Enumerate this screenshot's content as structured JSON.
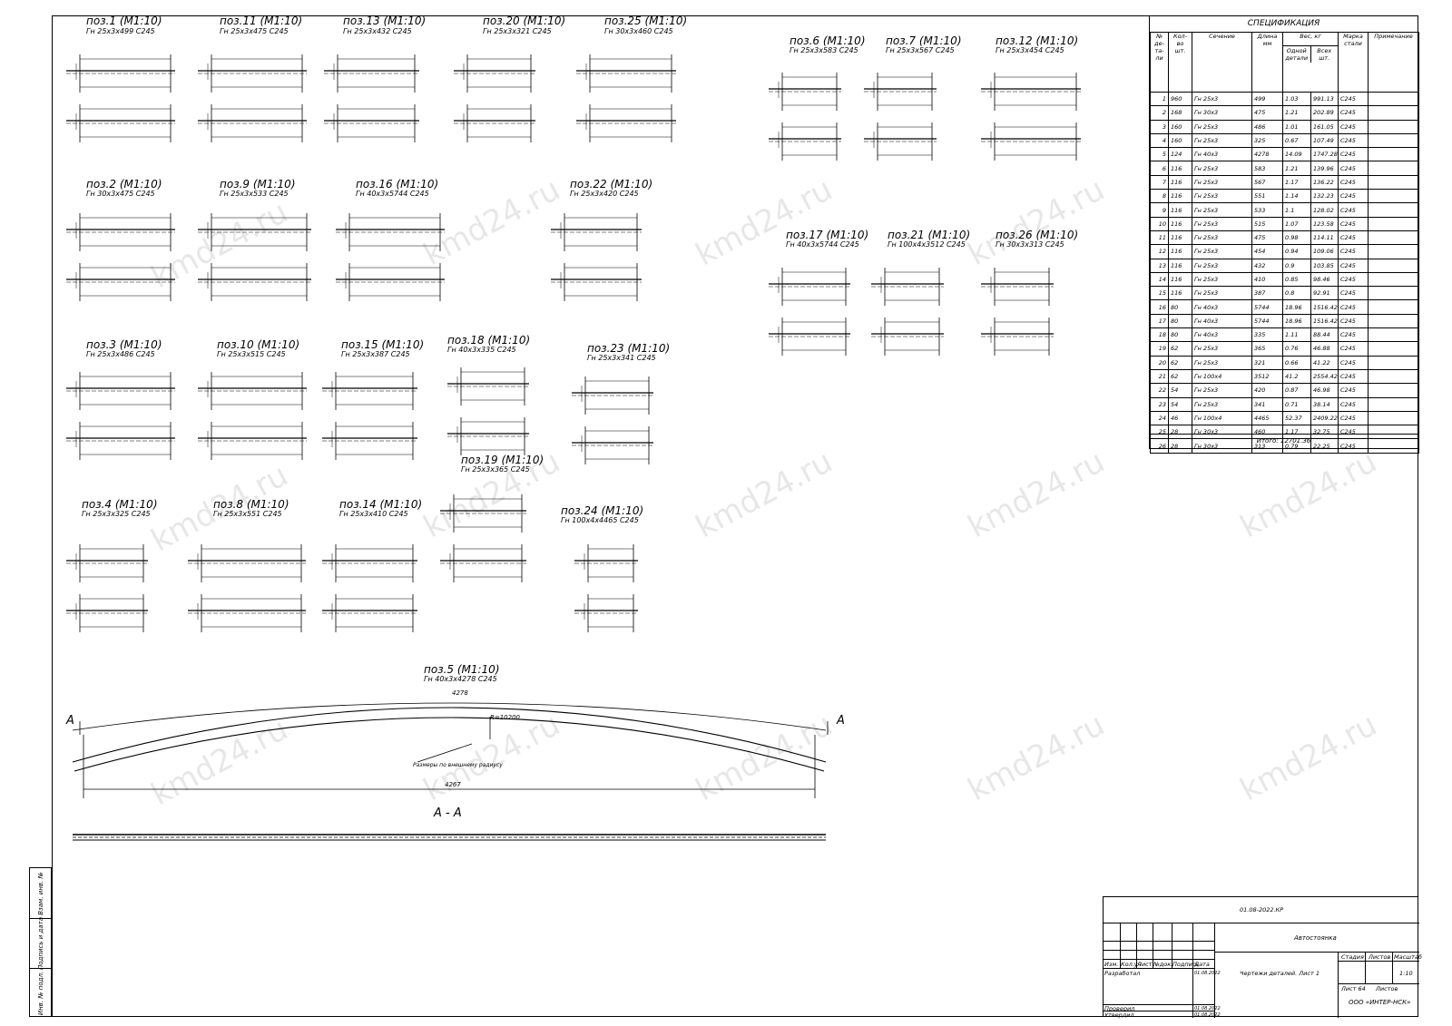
{
  "parts": [
    {
      "title": "поз.1 (М1:10)",
      "sub": "Гн    25х3х499 С245"
    },
    {
      "title": "поз.11 (М1:10)",
      "sub": "Гн    25х3х475 С245"
    },
    {
      "title": "поз.13 (М1:10)",
      "sub": "Гн    25х3х432 С245"
    },
    {
      "title": "поз.20 (М1:10)",
      "sub": "Гн    25х3х321 С245"
    },
    {
      "title": "поз.25 (М1:10)",
      "sub": "Гн    30х3х460 С245"
    },
    {
      "title": "поз.6 (М1:10)",
      "sub": "Гн    25х3х583 С245"
    },
    {
      "title": "поз.7 (М1:10)",
      "sub": "Гн    25х3х567 С245"
    },
    {
      "title": "поз.12 (М1:10)",
      "sub": "Гн    25х3х454 С245"
    },
    {
      "title": "поз.2 (М1:10)",
      "sub": "Гн    30х3х475 С245"
    },
    {
      "title": "поз.9 (М1:10)",
      "sub": "Гн    25х3х533 С245"
    },
    {
      "title": "поз.16 (М1:10)",
      "sub": "Гн    40х3х5744 С245"
    },
    {
      "title": "поз.22 (М1:10)",
      "sub": "Гн    25х3х420 С245"
    },
    {
      "title": "поз.17 (М1:10)",
      "sub": "Гн    40х3х5744 С245"
    },
    {
      "title": "поз.21 (М1:10)",
      "sub": "Гн    100х4х3512 С245"
    },
    {
      "title": "поз.26 (М1:10)",
      "sub": "Гн    30х3х313 С245"
    },
    {
      "title": "поз.3 (М1:10)",
      "sub": "Гн    25х3х486 С245"
    },
    {
      "title": "поз.10 (М1:10)",
      "sub": "Гн    25х3х515 С245"
    },
    {
      "title": "поз.15 (М1:10)",
      "sub": "Гн    25х3х387 С245"
    },
    {
      "title": "поз.18 (М1:10)",
      "sub": "Гн    40х3х335 С245"
    },
    {
      "title": "поз.23 (М1:10)",
      "sub": "Гн    25х3х341 С245"
    },
    {
      "title": "поз.19 (М1:10)",
      "sub": "Гн    25х3х365 С245"
    },
    {
      "title": "поз.4 (М1:10)",
      "sub": "Гн    25х3х325 С245"
    },
    {
      "title": "поз.8 (М1:10)",
      "sub": "Гн    25х3х551 С245"
    },
    {
      "title": "поз.14 (М1:10)",
      "sub": "Гн    25х3х410 С245"
    },
    {
      "title": "поз.24 (М1:10)",
      "sub": "Гн    100х4х4465 С245"
    },
    {
      "title": "поз.5 (М1:10)",
      "sub": "Гн    40х3х4278 С245"
    }
  ],
  "arch": {
    "top_dim": "4278",
    "radius": "R=10200",
    "chord": "4267",
    "note": "Размеры по внешнему радиусу",
    "section_mark": "А",
    "section_title": "А - А"
  },
  "spec": {
    "title": "СПЕЦИФИКАЦИЯ",
    "headers": {
      "num": "№ де-та-ли",
      "qty": "Кол-во шт.",
      "section": "Сечение",
      "length": "Длина мм",
      "weight": "Вес, кг",
      "weight_one": "Одной детали",
      "weight_all": "Всех шт.",
      "grade": "Марка стали",
      "note": "Примечание"
    },
    "rows": [
      [
        "1",
        "960",
        "Гн",
        "25х3",
        "499",
        "1.03",
        "991.13",
        "С245"
      ],
      [
        "2",
        "168",
        "Гн",
        "30х3",
        "475",
        "1.21",
        "202.89",
        "С245"
      ],
      [
        "3",
        "160",
        "Гн",
        "25х3",
        "486",
        "1.01",
        "161.05",
        "С245"
      ],
      [
        "4",
        "160",
        "Гн",
        "25х3",
        "325",
        "0.67",
        "107.49",
        "С245"
      ],
      [
        "5",
        "124",
        "Гн",
        "40х3",
        "4278",
        "14.09",
        "1747.28",
        "С245"
      ],
      [
        "6",
        "116",
        "Гн",
        "25х3",
        "583",
        "1.21",
        "139.96",
        "С245"
      ],
      [
        "7",
        "116",
        "Гн",
        "25х3",
        "567",
        "1.17",
        "136.22",
        "С245"
      ],
      [
        "8",
        "116",
        "Гн",
        "25х3",
        "551",
        "1.14",
        "132.23",
        "С245"
      ],
      [
        "9",
        "116",
        "Гн",
        "25х3",
        "533",
        "1.1",
        "128.02",
        "С245"
      ],
      [
        "10",
        "116",
        "Гн",
        "25х3",
        "515",
        "1.07",
        "123.58",
        "С245"
      ],
      [
        "11",
        "116",
        "Гн",
        "25х3",
        "475",
        "0.98",
        "114.11",
        "С245"
      ],
      [
        "12",
        "116",
        "Гн",
        "25х3",
        "454",
        "0.94",
        "109.06",
        "С245"
      ],
      [
        "13",
        "116",
        "Гн",
        "25х3",
        "432",
        "0.9",
        "103.85",
        "С245"
      ],
      [
        "14",
        "116",
        "Гн",
        "25х3",
        "410",
        "0.85",
        "98.46",
        "С245"
      ],
      [
        "15",
        "116",
        "Гн",
        "25х3",
        "387",
        "0.8",
        "92.91",
        "С245"
      ],
      [
        "16",
        "80",
        "Гн",
        "40х3",
        "5744",
        "18.96",
        "1516.42",
        "С245"
      ],
      [
        "17",
        "80",
        "Гн",
        "40х3",
        "5744",
        "18.96",
        "1516.42",
        "С245"
      ],
      [
        "18",
        "80",
        "Гн",
        "40х3",
        "335",
        "1.11",
        "88.44",
        "С245"
      ],
      [
        "19",
        "62",
        "Гн",
        "25х3",
        "365",
        "0.76",
        "46.88",
        "С245"
      ],
      [
        "20",
        "62",
        "Гн",
        "25х3",
        "321",
        "0.66",
        "41.22",
        "С245"
      ],
      [
        "21",
        "62",
        "Гн",
        "100х4",
        "3512",
        "41.2",
        "2554.42",
        "С245"
      ],
      [
        "22",
        "54",
        "Гн",
        "25х3",
        "420",
        "0.87",
        "46.98",
        "С245"
      ],
      [
        "23",
        "54",
        "Гн",
        "25х3",
        "341",
        "0.71",
        "38.14",
        "С245"
      ],
      [
        "24",
        "46",
        "Гн",
        "100х4",
        "4465",
        "52.37",
        "2409.22",
        "С245"
      ],
      [
        "25",
        "28",
        "Гн",
        "30х3",
        "460",
        "1.17",
        "32.75",
        "С245"
      ],
      [
        "26",
        "28",
        "Гн",
        "30х3",
        "313",
        "0.79",
        "22.25",
        "С245"
      ]
    ],
    "total": "Итого: 12701.36"
  },
  "stamp": {
    "code": "01.08-2022.КР",
    "object": "Автостоянка",
    "sheet_title": "Чертежи деталей. Лист 1",
    "h_izm": "Изм.",
    "h_kol": "Кол.уч",
    "h_list": "Лист",
    "h_ndok": "№док.",
    "h_podp": "Подпись",
    "h_data": "Дата",
    "r_dev": "Разработал",
    "r_check": "Проверил",
    "r_appr": "Утвердил",
    "date": "01.08.2022",
    "stadia": "Стадия",
    "list": "Листов",
    "scale": "Масштаб",
    "scale_val": "1:10",
    "list_n": "Лист 64",
    "listov": "Листов",
    "company": "ООО «ИНТЕР-НСК»"
  },
  "sidestrip": {
    "a": "Взам. инв. №",
    "b": "Подпись и дата",
    "c": "Инв. № подл."
  },
  "watermark": "kmd24.ru"
}
